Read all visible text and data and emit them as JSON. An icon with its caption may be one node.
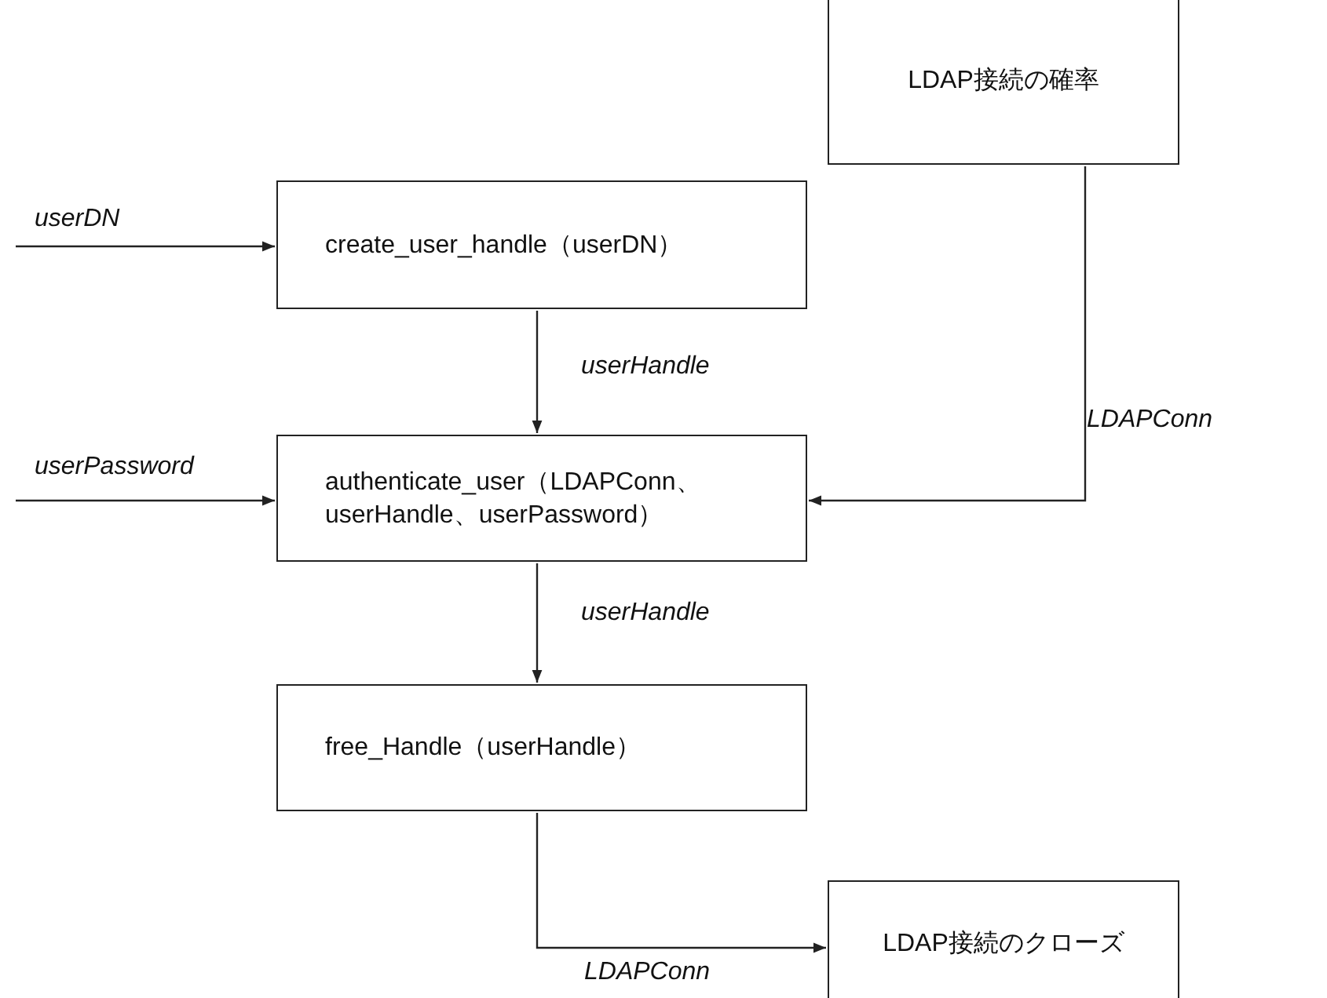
{
  "diagram": {
    "nodes": [
      {
        "text": [
          "LDAP接続の確率"
        ]
      },
      {
        "text": [
          "create_user_handle（userDN）"
        ]
      },
      {
        "text": [
          "authenticate_user（LDAPConn、userHandle、userPassword）"
        ]
      },
      {
        "text": [
          "free_Handle（userHandle）"
        ]
      },
      {
        "text": [
          "LDAP接続のクローズ"
        ]
      }
    ],
    "edges": [
      {
        "from": null,
        "to": 1,
        "arrow": "to",
        "label": "userDN"
      },
      {
        "from": 1,
        "to": 2,
        "arrow": "to",
        "label": "userHandle"
      },
      {
        "from": null,
        "to": 2,
        "arrow": "to",
        "label": "userPassword"
      },
      {
        "from": 0,
        "to": 2,
        "arrow": "to",
        "label": "LDAPConn"
      },
      {
        "from": 2,
        "to": 3,
        "arrow": "to",
        "label": "userHandle"
      },
      {
        "from": 3,
        "to": 4,
        "arrow": "to",
        "label": "LDAPConn"
      }
    ]
  }
}
